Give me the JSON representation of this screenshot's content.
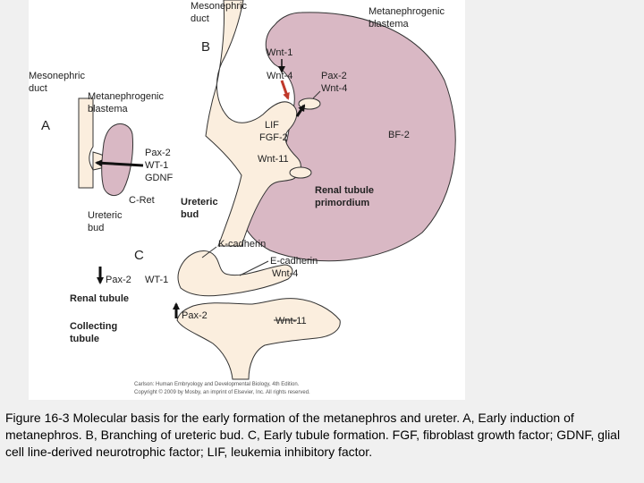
{
  "figure": {
    "panel_a": {
      "letter": "A",
      "mesonephric_duct": [
        "Mesonephric",
        "duct"
      ],
      "metanephrogenic_blastema": [
        "Metanephrogenic",
        "blastema"
      ],
      "signals": [
        "Pax-2",
        "WT-1",
        "GDNF"
      ],
      "c_ret": "C-Ret",
      "ureteric_bud": [
        "Ureteric",
        "bud"
      ]
    },
    "panel_b": {
      "letter": "B",
      "mesonephric_duct": [
        "Mesonephric",
        "duct"
      ],
      "metanephrogenic_blastema": [
        "Metanephrogenic",
        "blastema"
      ],
      "wnt1": "Wnt-1",
      "wnt4": "Wnt-4",
      "pax2_wnt4": [
        "Pax-2",
        "Wnt-4"
      ],
      "lif_fgf2": [
        "LIF",
        "FGF-2"
      ],
      "wnt11": "Wnt-11",
      "bf2": "BF-2",
      "renal_tubule_primordium": [
        "Renal tubule",
        "primordium"
      ],
      "ureteric_bud": [
        "Ureteric",
        "bud"
      ]
    },
    "panel_c": {
      "letter": "C",
      "k_cadherin": "K-cadherin",
      "e_cadherin_wnt4": [
        "E-cadherin",
        "Wnt-4"
      ],
      "pax2_top": "Pax-2",
      "wt1": "WT-1",
      "renal_tubule": "Renal tubule",
      "pax2_bottom": "Pax-2",
      "wnt11": "Wnt-11",
      "collecting_tubule": [
        "Collecting",
        "tubule"
      ]
    },
    "credit": [
      "Carlson: Human Embryology and Developmental Biology, 4th Edition.",
      "Copyright © 2009 by Mosby, an imprint of Elsevier, Inc. All rights reserved."
    ],
    "colors": {
      "blastema_fill": "#d9b8c4",
      "duct_fill": "#fbeede",
      "outline": "#333333",
      "arrow_red": "#c0392b",
      "arrow_black": "#111111"
    }
  },
  "caption": "Figure 16-3 Molecular basis for the early formation of the metanephros and ureter. A, Early induction of metanephros. B, Branching of ureteric bud. C, Early tubule formation. FGF, fibroblast growth factor; GDNF, glial cell line-derived neurotrophic factor; LIF, leukemia inhibitory factor."
}
